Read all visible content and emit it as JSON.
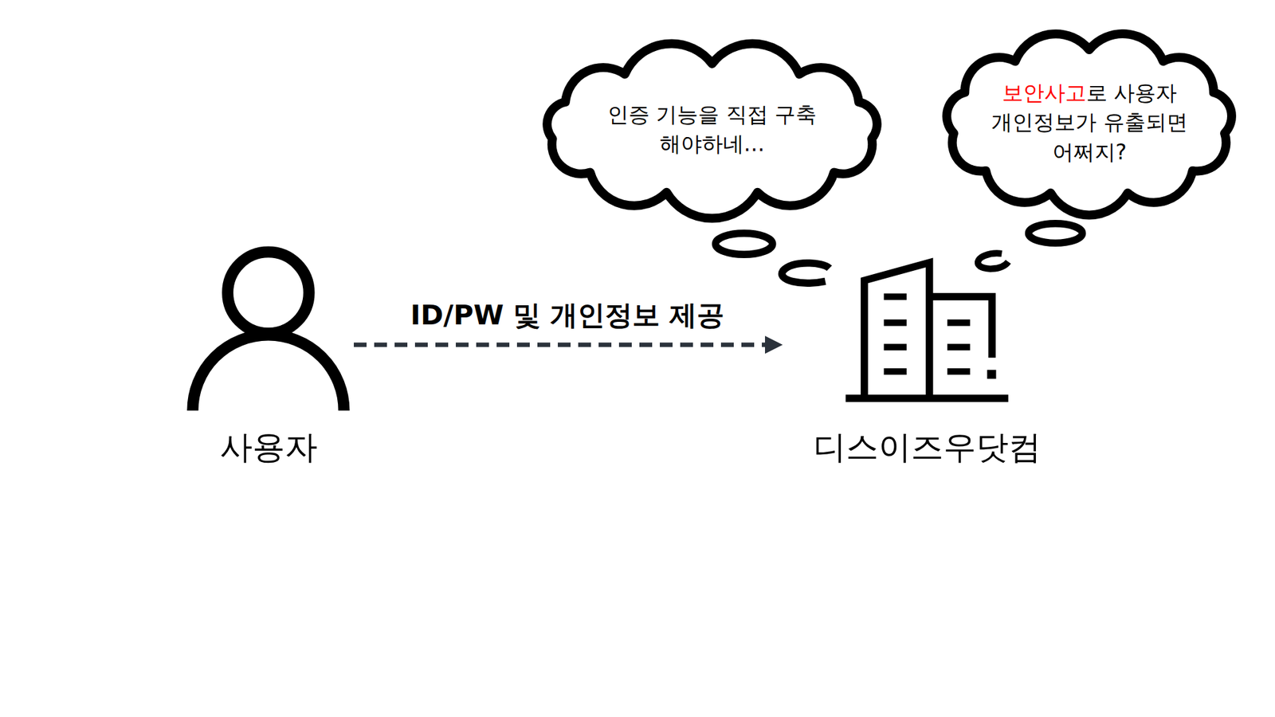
{
  "diagram": {
    "nodes": [
      {
        "text": [
          "인증 기능을 직접 구축 해야하네…"
        ]
      },
      {
        "text": [
          "보안사고로 사용자 개인정보가 유출되면 어쩌지?"
        ]
      },
      {
        "text": [
          "사용자"
        ]
      },
      {
        "text": [
          "디스이즈우닷컴"
        ]
      }
    ],
    "edges": [
      {
        "from": 2,
        "to": 3,
        "label": "ID/PW 및 개인정보 제공",
        "arrow": "to"
      }
    ]
  }
}
